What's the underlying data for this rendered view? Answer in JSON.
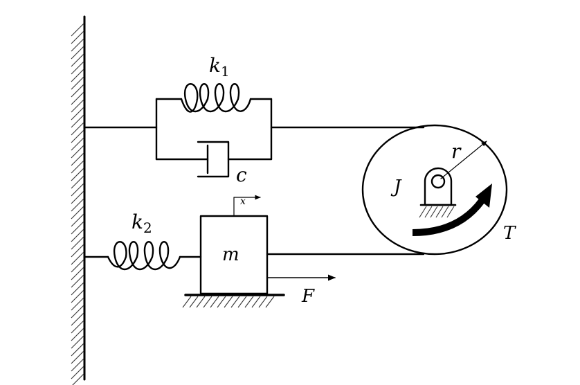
{
  "labels": {
    "spring1": {
      "symbol": "k",
      "subscript": "1"
    },
    "spring2": {
      "symbol": "k",
      "subscript": "2"
    },
    "damper": "c",
    "mass": "m",
    "displacement": "x",
    "force": "F",
    "radius": "r",
    "inertia": "J",
    "torque": "T"
  },
  "colors": {
    "ink": "#000000",
    "hatch": "#333333",
    "background": "#ffffff"
  }
}
